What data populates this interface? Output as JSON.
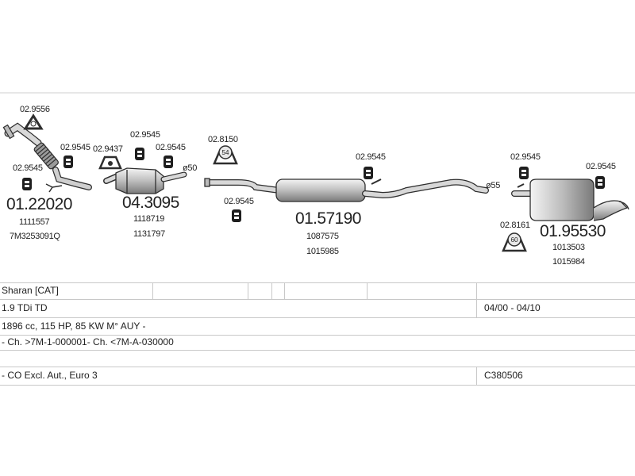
{
  "labels": {
    "p02_9556": "02.9556",
    "p02_9545_a": "02.9545",
    "p02_9545_b": "02.9545",
    "p02_9437": "02.9437",
    "p01_22020": "01.22020",
    "n1111557": "1111557",
    "n7M3253091Q": "7M3253091Q",
    "p02_9545_c": "02.9545",
    "p02_9545_d": "02.9545",
    "p04_3095": "04.3095",
    "n1118719": "1118719",
    "n1131797": "1131797",
    "d50": "ø50",
    "p02_8150": "02.8150",
    "badge_54": "54",
    "p02_9545_e": "02.9545",
    "p01_57190": "01.57190",
    "n1087575": "1087575",
    "n1015985": "1015985",
    "p02_9545_f": "02.9545",
    "d55": "ø55",
    "p02_9545_g": "02.9545",
    "p02_9545_h": "02.9545",
    "p02_8161": "02.8161",
    "badge_60": "60",
    "p01_95530": "01.95530",
    "n1013503": "1013503",
    "n1015984": "1015984"
  },
  "table": {
    "row1": "Sharan  [CAT]",
    "row2_left": "1.9 TDi TD",
    "row2_right": "04/00 - 04/10",
    "row3": "1896 cc, 115 HP, 85 KW M° AUY -",
    "row4": "- Ch. >7M-1-000001- Ch. <7M-A-030000",
    "row6_left": "- CO Excl. Aut., Euro 3",
    "row6_right": "C380506"
  },
  "colors": {
    "pipe_fill": "#c9c9c9",
    "pipe_stroke": "#2e2e2e",
    "grid_line": "#c8c8c8"
  }
}
